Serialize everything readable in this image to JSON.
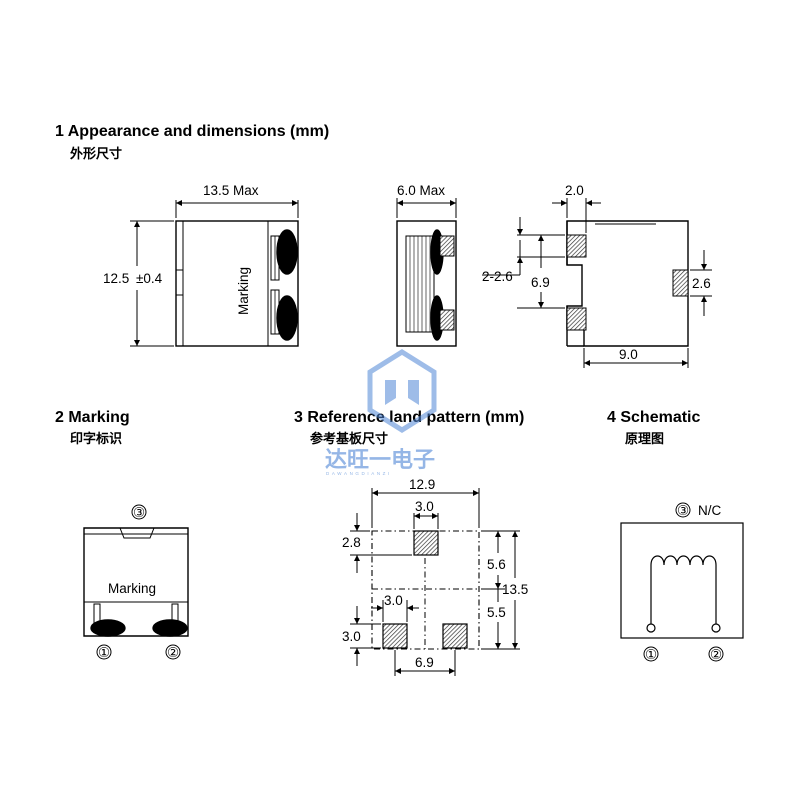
{
  "sections": {
    "appearance": {
      "title": "1 Appearance and dimensions (mm)",
      "subtitle": "外形尺寸"
    },
    "marking": {
      "title": "2 Marking",
      "subtitle": "印字标识"
    },
    "land": {
      "title": "3 Reference land pattern (mm)",
      "subtitle": "参考基板尺寸"
    },
    "schematic": {
      "title": "4 Schematic",
      "subtitle": "原理图"
    }
  },
  "appearance": {
    "front": {
      "width": "13.5 Max",
      "height_value": "12.5",
      "height_tol": "±0.4",
      "marking": "Marking"
    },
    "side": {
      "width": "6.0 Max"
    },
    "bottom": {
      "top_pad": "2.0",
      "left_outer": "2-2.6",
      "pad_span": "6.9",
      "right_pad": "2.6",
      "bottom_width": "9.0"
    }
  },
  "marking_view": {
    "pin3": "③",
    "pin1": "①",
    "pin2": "②",
    "text": "Marking"
  },
  "land_pattern": {
    "width": "12.9",
    "top_pad": "3.0",
    "top_pad_h": "2.8",
    "upper_h": "5.6",
    "total_h": "13.5",
    "lower_h": "5.5",
    "bottom_pad_w": "3.0",
    "bottom_pad_h": "3.0",
    "pad_gap": "6.9"
  },
  "schematic_view": {
    "pin3": "③",
    "nc": "N/C",
    "pin1": "①",
    "pin2": "②"
  },
  "watermark": {
    "brand": "达旺一电子",
    "pinyin": "DAWANGDIANZI",
    "accent": "#4f86d6"
  },
  "colors": {
    "line": "#000000",
    "hatch_fill": "#8a8a8a",
    "background": "#ffffff"
  }
}
